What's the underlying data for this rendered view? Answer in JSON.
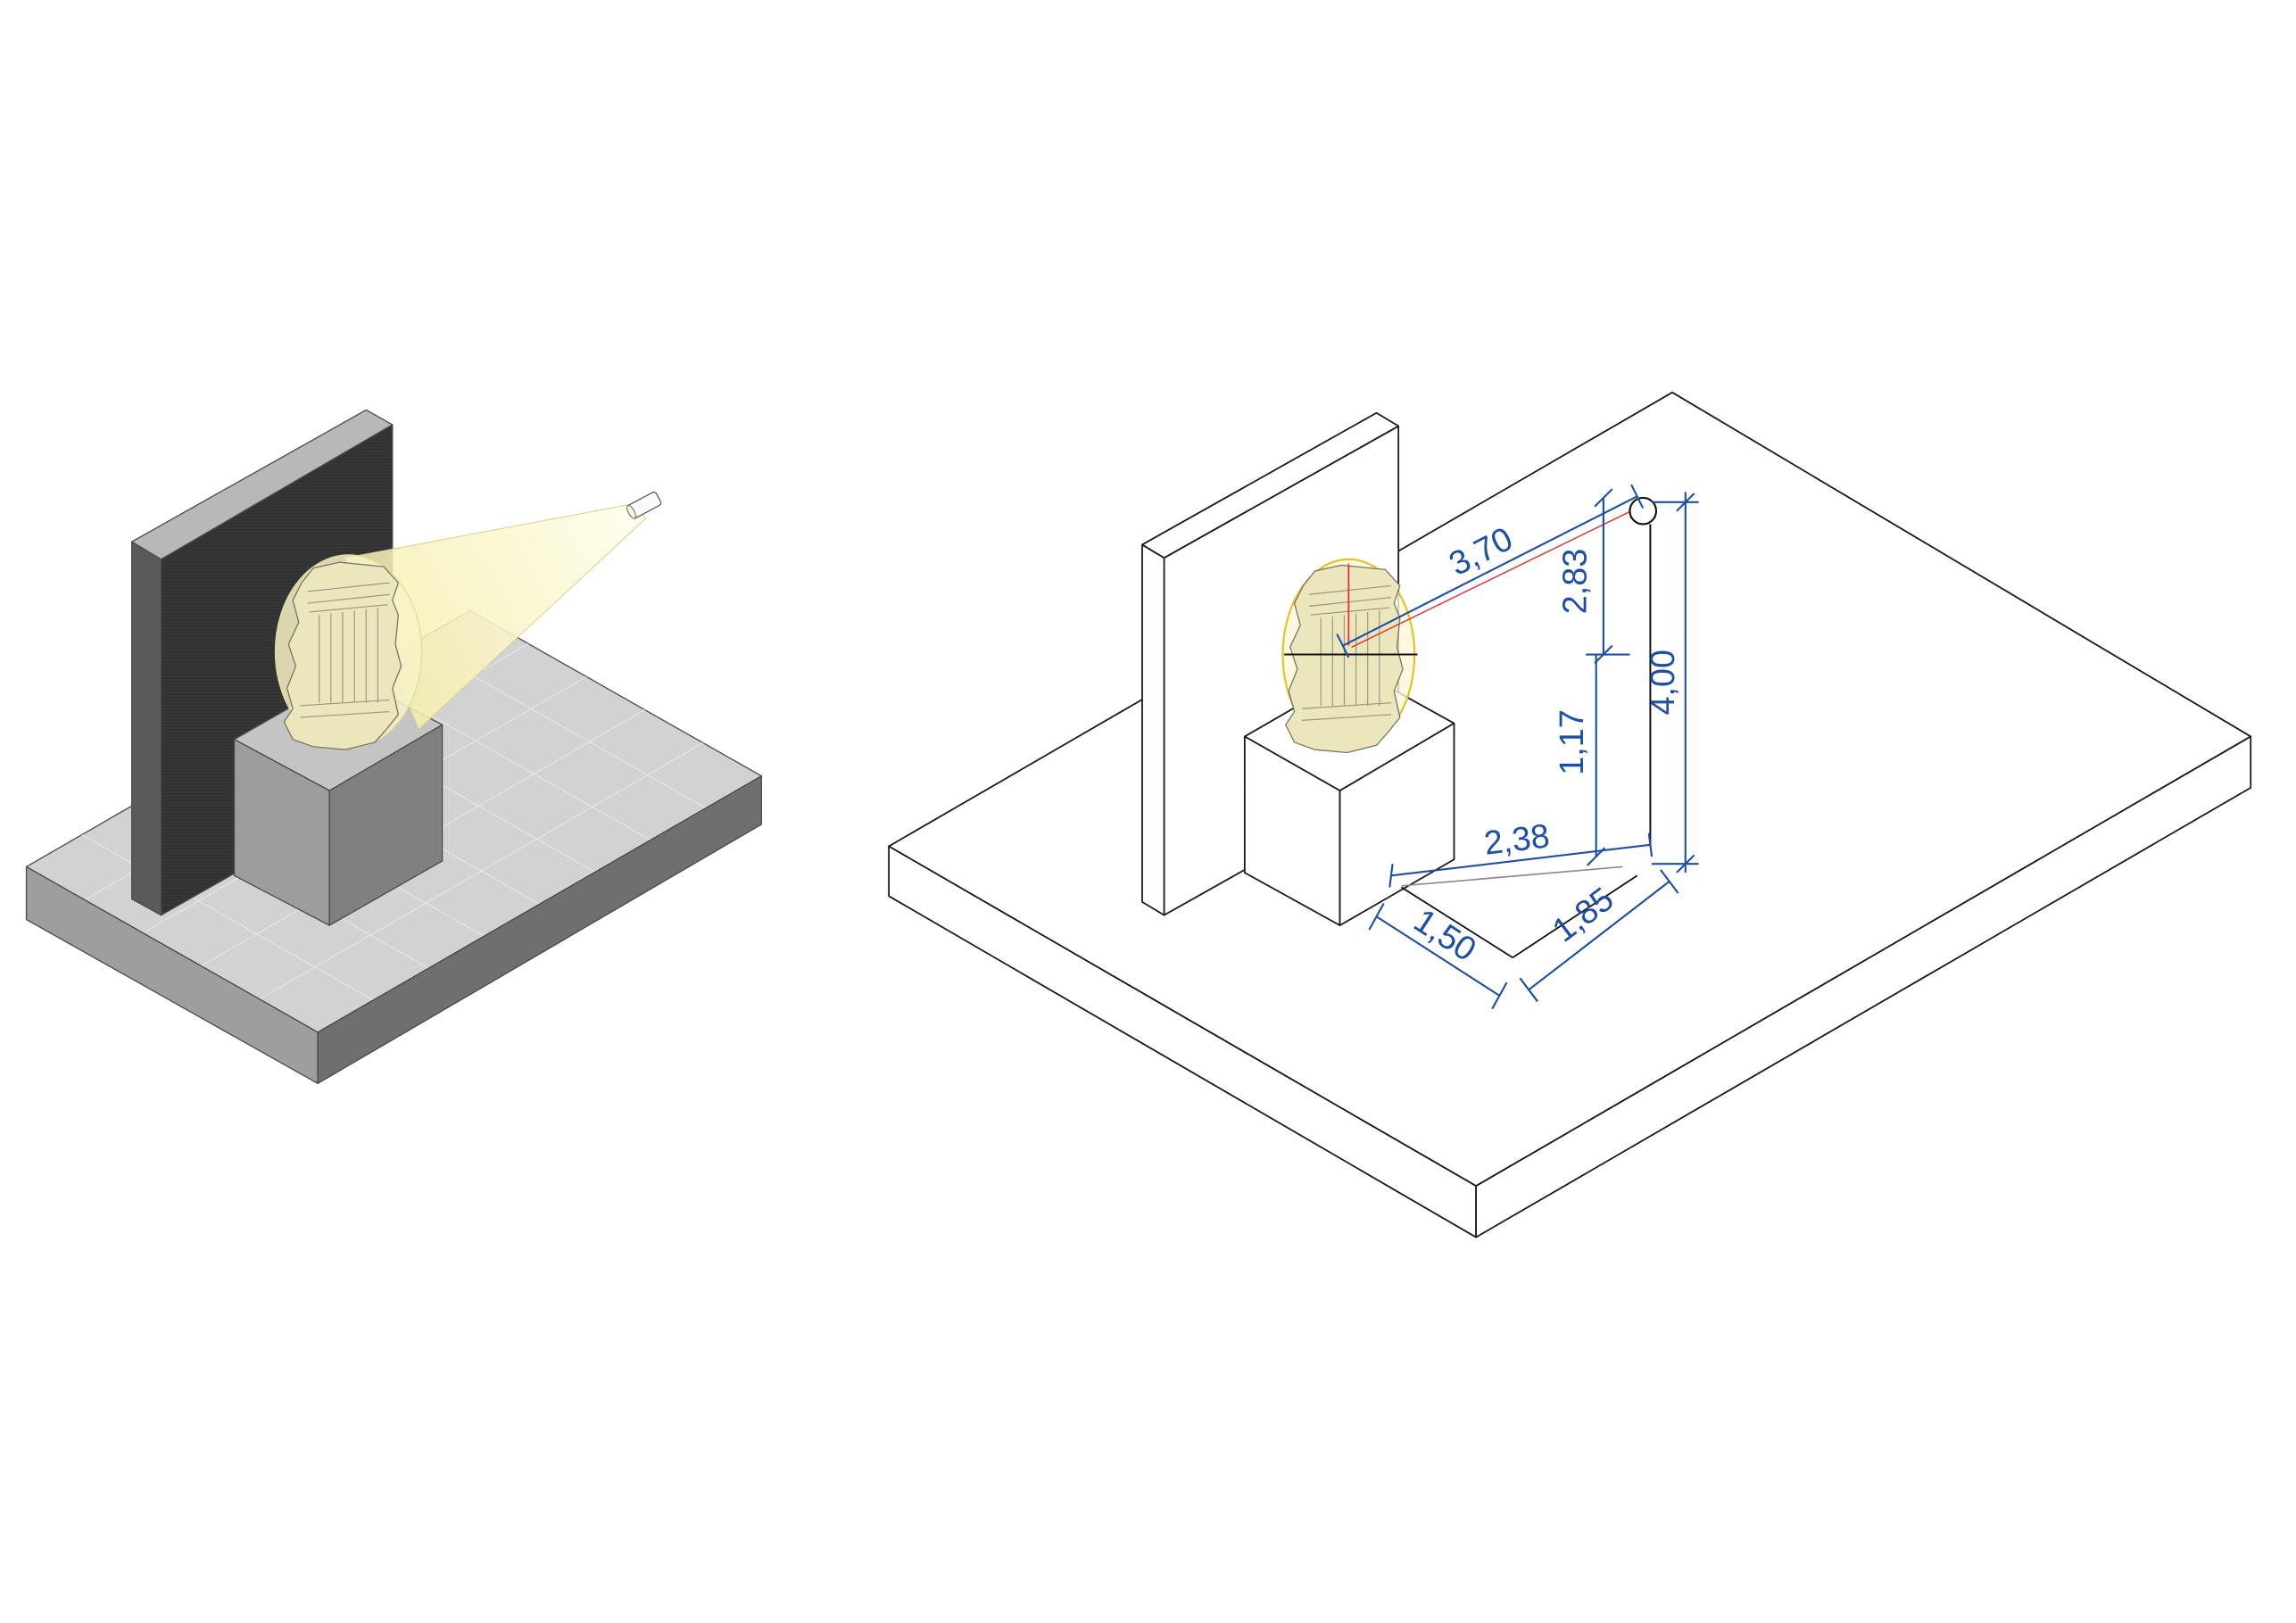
{
  "dimensions": {
    "diagonal": "3,70",
    "upper_vertical": "2,83",
    "total_vertical": "4,00",
    "lower_vertical": "1,17",
    "floor_horizontal": "2,38",
    "floor_left": "1,50",
    "floor_right": "1,85"
  },
  "colors": {
    "dimension_blue": "#1f4fa3",
    "sightline_red": "#e03535",
    "halo_yellow": "#e8c020",
    "light_cone": "#fbf6c2"
  }
}
